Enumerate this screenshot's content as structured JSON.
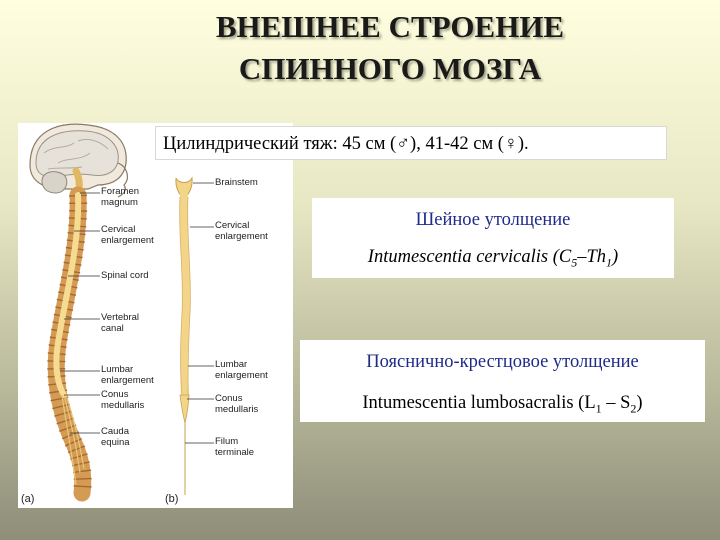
{
  "title": {
    "line1": "ВНЕШНЕЕ СТРОЕНИЕ",
    "line2": "СПИННОГО МОЗГА"
  },
  "info": {
    "text": "Цилиндрический тяж: 45 см (♂), 41-42 см (♀)."
  },
  "cervical": {
    "heading": "Шейное утолщение",
    "latin_prefix": "Intumescentia cervicalis (C",
    "sub1": "5",
    "mid": "–Th",
    "sub2": "1",
    "suffix": ")"
  },
  "lumbosacral": {
    "heading": "Пояснично-крестцовое утолщение",
    "latin_prefix": "Intumescentia lumbosacralis (L",
    "sub1": "1",
    "mid": " – S",
    "sub2": "2",
    "suffix": ")"
  },
  "figure": {
    "panel_a": "(a)",
    "panel_b": "(b)",
    "labels_a": [
      "Foramen\nmagnum",
      "Cervical\nenlargement",
      "Spinal cord",
      "Vertebral\ncanal",
      "Lumbar\nenlargement",
      "Conus\nmedullaris",
      "Cauda\nequina"
    ],
    "labels_b": [
      "Brainstem",
      "Cervical\nenlargement",
      "Lumbar\nenlargement",
      "Conus\nmedullaris",
      "Filum\nterminale"
    ]
  },
  "colors": {
    "cord": "#f3d58a",
    "vertebra": "#d9a25a",
    "brain": "#e9e6de"
  }
}
